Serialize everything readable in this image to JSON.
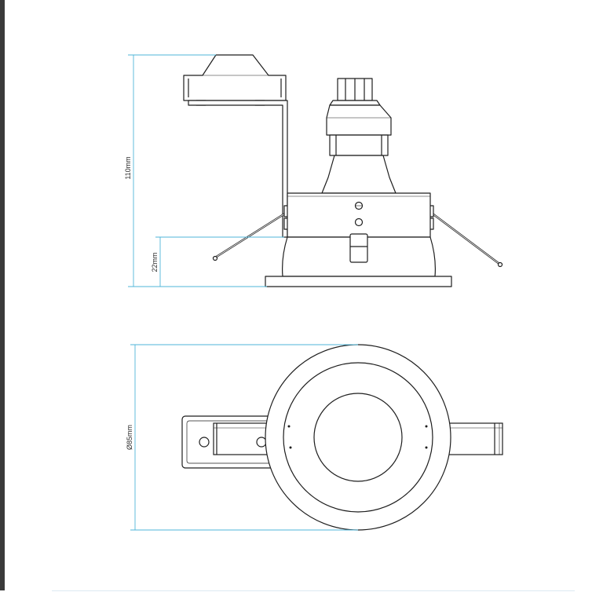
{
  "colors": {
    "line": "#1e1e1e",
    "dimension": "#4fb5d8",
    "border": "#3a3a3a",
    "rule": "#dde9f2"
  },
  "dimensions": {
    "total_height": "110mm",
    "depth_below_trim": "22mm",
    "diameter": "Ø85mm"
  }
}
